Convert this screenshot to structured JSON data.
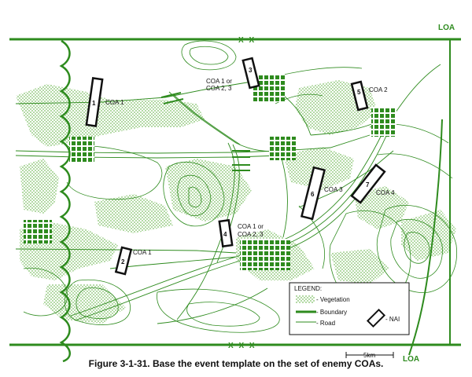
{
  "map": {
    "boundary_top_label": "X X",
    "boundary_bottom_label": "X X X",
    "loa_top": "LOA",
    "loa_bottom": "LOA",
    "scale_label": "5km",
    "colors": {
      "green": "#2e8b1e",
      "black": "#111111",
      "veg": "#9fcf8a"
    }
  },
  "nais": [
    {
      "num": "1",
      "coa": "COA  1"
    },
    {
      "num": "2",
      "coa": "COA  1"
    },
    {
      "num": "3",
      "coa_line1": "COA 1 or",
      "coa_line2": "COA 2, 3"
    },
    {
      "num": "4",
      "coa_line1": "COA 1 or",
      "coa_line2": "COA 2, 3"
    },
    {
      "num": "5",
      "coa": "COA  2"
    },
    {
      "num": "6",
      "coa": "COA  3"
    },
    {
      "num": "7",
      "coa": "COA  4"
    }
  ],
  "legend": {
    "title": "LEGEND:",
    "vegetation": "- Vegetation",
    "boundary": "- Boundary",
    "road": "- Road",
    "nai": "- NAI"
  },
  "caption": "Figure 3-1-31.  Base the event template on the set of enemy COAs."
}
